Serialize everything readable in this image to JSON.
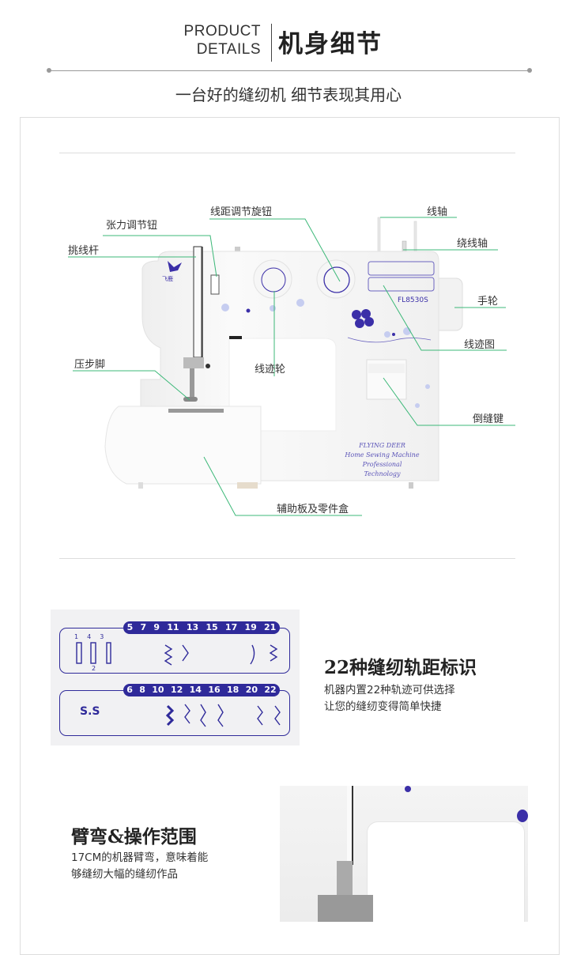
{
  "header": {
    "title_en_line1": "PRODUCT",
    "title_en_line2": "DETAILS",
    "title_cn": "机身细节",
    "subtitle": "一台好的缝纫机 细节表现其用心"
  },
  "machine": {
    "model": "FL8530S",
    "brand_mark": "飞鹿",
    "print_lines": [
      "FLYING DEER",
      "Home Sewing Machine",
      "Professional Technology"
    ],
    "labels": {
      "stitch_length_knob": "线距调节旋钮",
      "tension_knob": "张力调节钮",
      "take_up_lever": "挑线杆",
      "spool_pin": "线轴",
      "bobbin_winder": "绕线轴",
      "hand_wheel": "手轮",
      "stitch_chart": "线迹图",
      "presser_foot": "压步脚",
      "stitch_wheel": "线迹轮",
      "reverse_button": "倒缝键",
      "accessory_box": "辅助板及零件盒"
    }
  },
  "stitch_section": {
    "title": "22种缝纫轨距标识",
    "lines": [
      "机器内置22种轨迹可供选择",
      "让您的缝纫变得简单快捷"
    ],
    "row1_left": [
      "1",
      "4",
      "3",
      "2"
    ],
    "row1_numbers": [
      "5",
      "7",
      "9",
      "11",
      "13",
      "15",
      "17",
      "19",
      "21"
    ],
    "row2_left": "S.S",
    "row2_numbers": [
      "6",
      "8",
      "10",
      "12",
      "14",
      "16",
      "18",
      "20",
      "22"
    ]
  },
  "arm_section": {
    "title": "臂弯&操作范围",
    "lines": [
      "17CM的机器臂弯，意味着能",
      "够缝纫大幅的缝纫作品"
    ]
  },
  "colors": {
    "accent": "#2f2a9a",
    "callout": "#3cb878",
    "flower": "#3b2fa8"
  }
}
